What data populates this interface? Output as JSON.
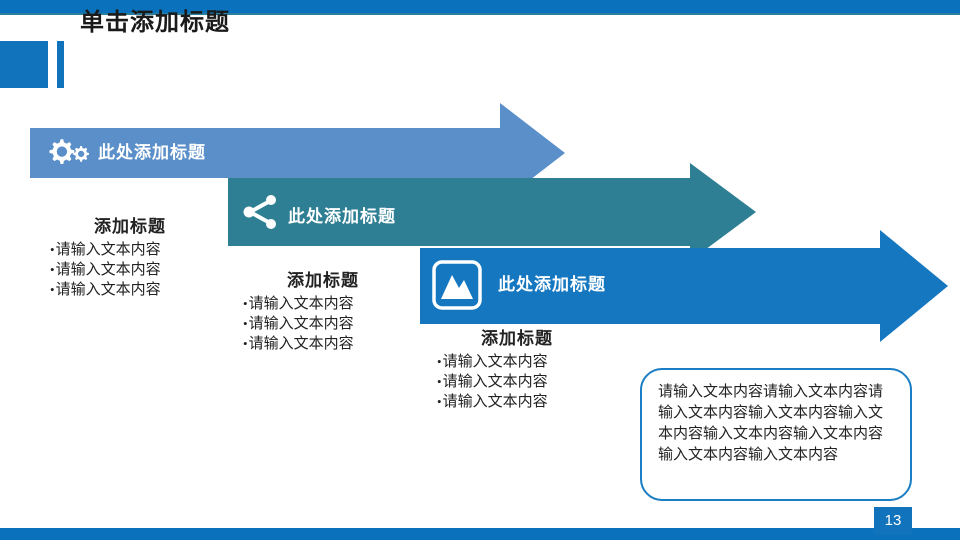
{
  "slide": {
    "title": "单击添加标题",
    "page_number": "13",
    "colors": {
      "top_strip": "#0a72bd",
      "bottom_strip": "#0a72bd",
      "title_accent": "#1073bb",
      "arrow_1": "#5b8fc9",
      "arrow_2": "#2e7e94",
      "arrow_3": "#1577c0",
      "note_border": "#1a7ec4",
      "body_text": "#222222"
    }
  },
  "arrows": [
    {
      "label": "此处添加标题",
      "icon": "gears-icon",
      "color": "#5b8fc9"
    },
    {
      "label": "此处添加标题",
      "icon": "share-nodes-icon",
      "color": "#2e7e94"
    },
    {
      "label": "此处添加标题",
      "icon": "image-mountain-icon",
      "color": "#1577c0"
    }
  ],
  "columns": [
    {
      "heading": "添加标题",
      "bullets": [
        "请输入文本内容",
        "请输入文本内容",
        "请输入文本内容"
      ]
    },
    {
      "heading": "添加标题",
      "bullets": [
        "请输入文本内容",
        "请输入文本内容",
        "请输入文本内容"
      ]
    },
    {
      "heading": "添加标题",
      "bullets": [
        "请输入文本内容",
        "请输入文本内容",
        "请输入文本内容"
      ]
    }
  ],
  "note": {
    "text": "请输入文本内容请输入文本内容请输入文本内容输入文本内容输入文本内容输入文本内容输入文本内容输入文本内容输入文本内容"
  }
}
